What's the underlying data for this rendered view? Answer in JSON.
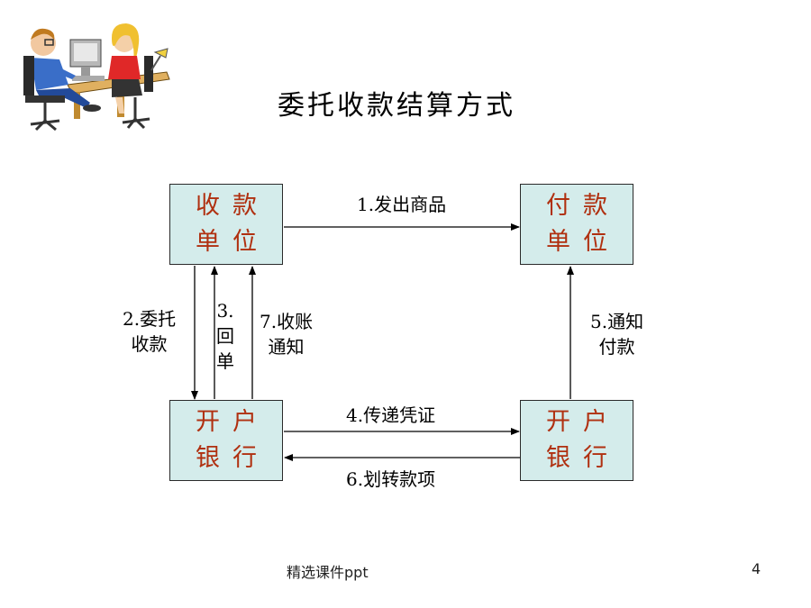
{
  "title": "委托收款结算方式",
  "nodes": {
    "payee_unit": {
      "line1": "收款",
      "line2": "单位"
    },
    "payer_unit": {
      "line1": "付款",
      "line2": "单位"
    },
    "payee_bank": {
      "line1": "开户",
      "line2": "银行"
    },
    "payer_bank": {
      "line1": "开户",
      "line2": "银行"
    }
  },
  "edges": {
    "e1": {
      "line1": "1.发出商品"
    },
    "e2": {
      "line1": "2.委托",
      "line2": "收款"
    },
    "e3": {
      "line1": "3.",
      "line2": "回",
      "line3": "单"
    },
    "e4": {
      "line1": "4.传递凭证"
    },
    "e5": {
      "line1": "5.通知",
      "line2": "付款"
    },
    "e6": {
      "line1": "6.划转款项"
    },
    "e7": {
      "line1": "7.收账",
      "line2": "通知"
    }
  },
  "footer": {
    "text": "精选课件ppt",
    "page": "4"
  },
  "colors": {
    "box_fill": "#d4eceb",
    "box_text": "#b03010"
  }
}
